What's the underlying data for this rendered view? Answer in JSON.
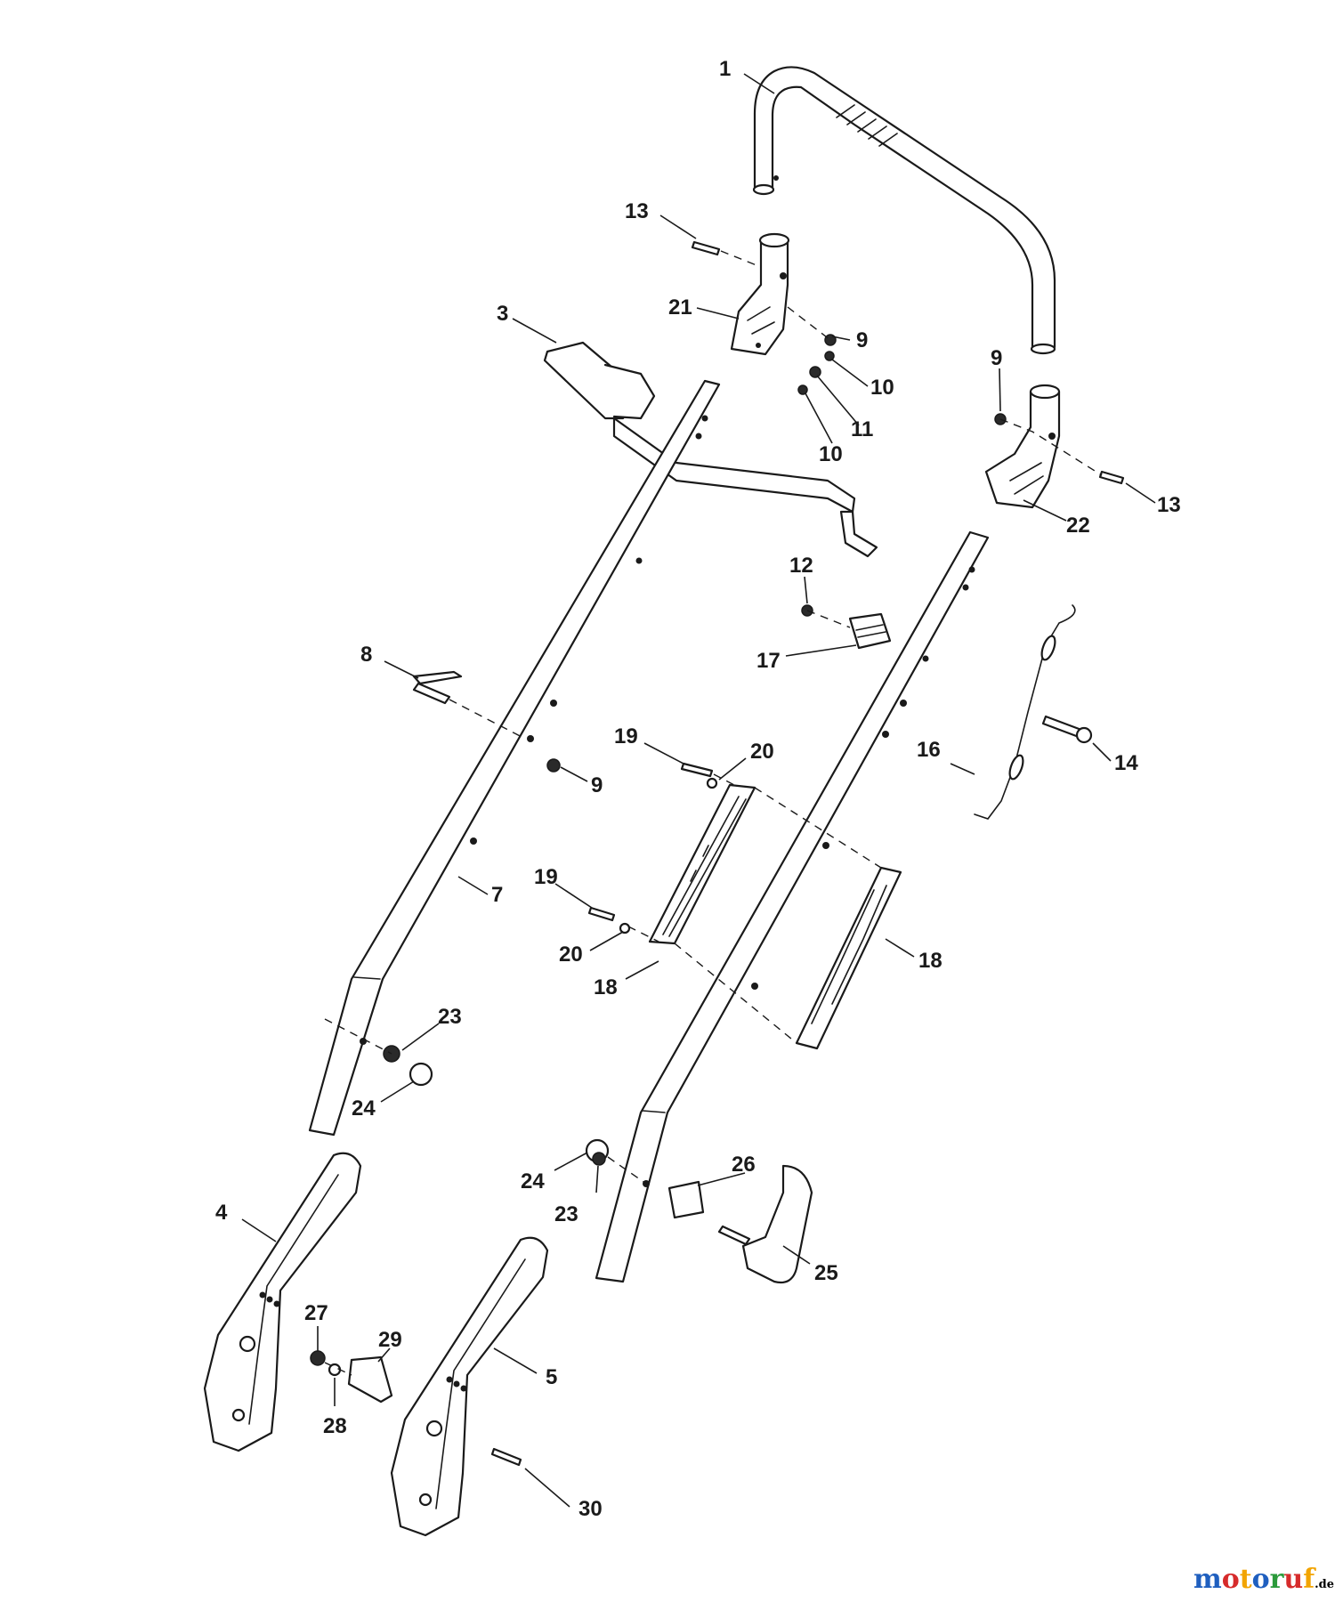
{
  "callouts": [
    {
      "id": "c1",
      "text": "1"
    },
    {
      "id": "c13a",
      "text": "13"
    },
    {
      "id": "c21",
      "text": "21"
    },
    {
      "id": "c9a",
      "text": "9"
    },
    {
      "id": "c3",
      "text": "3"
    },
    {
      "id": "c10a",
      "text": "10"
    },
    {
      "id": "c11",
      "text": "11"
    },
    {
      "id": "c10b",
      "text": "10"
    },
    {
      "id": "c9b",
      "text": "9"
    },
    {
      "id": "c13b",
      "text": "13"
    },
    {
      "id": "c22",
      "text": "22"
    },
    {
      "id": "c12",
      "text": "12"
    },
    {
      "id": "c17",
      "text": "17"
    },
    {
      "id": "c8",
      "text": "8"
    },
    {
      "id": "c9c",
      "text": "9"
    },
    {
      "id": "c19a",
      "text": "19"
    },
    {
      "id": "c20a",
      "text": "20"
    },
    {
      "id": "c16",
      "text": "16"
    },
    {
      "id": "c14",
      "text": "14"
    },
    {
      "id": "c7",
      "text": "7"
    },
    {
      "id": "c19b",
      "text": "19"
    },
    {
      "id": "c20b",
      "text": "20"
    },
    {
      "id": "c18a",
      "text": "18"
    },
    {
      "id": "c18b",
      "text": "18"
    },
    {
      "id": "c23a",
      "text": "23"
    },
    {
      "id": "c24a",
      "text": "24"
    },
    {
      "id": "c24b",
      "text": "24"
    },
    {
      "id": "c23b",
      "text": "23"
    },
    {
      "id": "c26",
      "text": "26"
    },
    {
      "id": "c25",
      "text": "25"
    },
    {
      "id": "c4",
      "text": "4"
    },
    {
      "id": "c27",
      "text": "27"
    },
    {
      "id": "c29",
      "text": "29"
    },
    {
      "id": "c28",
      "text": "28"
    },
    {
      "id": "c5",
      "text": "5"
    },
    {
      "id": "c30",
      "text": "30"
    }
  ],
  "watermark": {
    "brand": "motoruf",
    "suffix": ".de",
    "colors": [
      "#1f5fbf",
      "#d62b2b",
      "#f2a400",
      "#1f5fbf",
      "#2b9a3b",
      "#d62b2b",
      "#f2a400"
    ]
  }
}
